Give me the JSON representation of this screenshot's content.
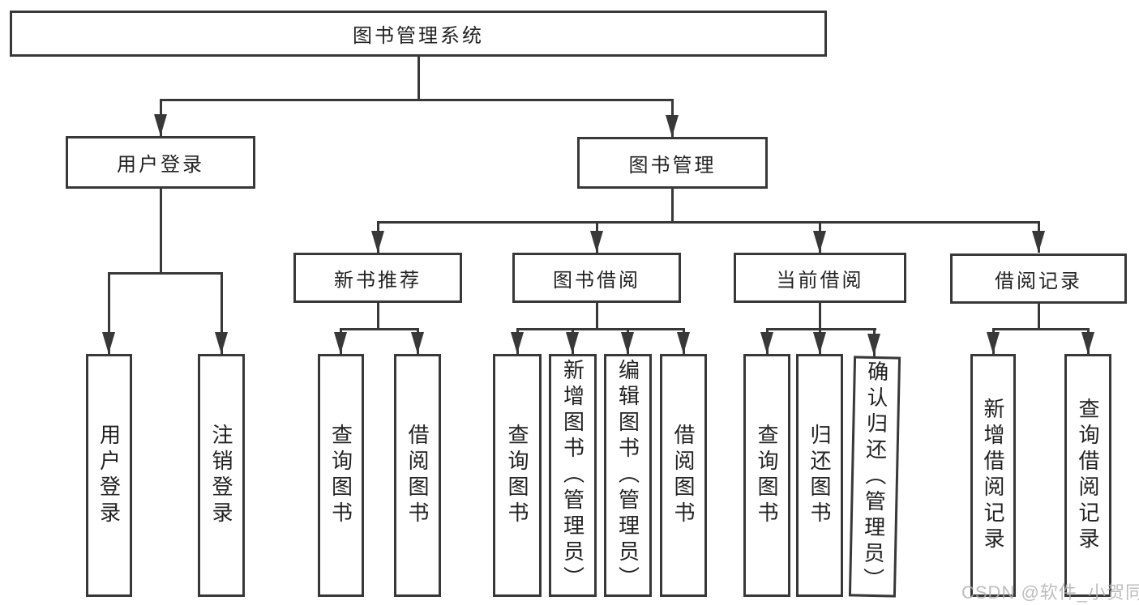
{
  "diagram_title": "图书管理系统",
  "tree": {
    "label": "图书管理系统",
    "children": [
      {
        "label": "用户登录",
        "children": [
          {
            "label": "用户登录"
          },
          {
            "label": "注销登录"
          }
        ]
      },
      {
        "label": "图书管理",
        "children": [
          {
            "label": "新书推荐",
            "children": [
              {
                "label": "查询图书"
              },
              {
                "label": "借阅图书"
              }
            ]
          },
          {
            "label": "图书借阅",
            "children": [
              {
                "label": "查询图书"
              },
              {
                "label": "新增图书（管理员）"
              },
              {
                "label": "编辑图书（管理员）"
              },
              {
                "label": "借阅图书"
              }
            ]
          },
          {
            "label": "当前借阅",
            "children": [
              {
                "label": "查询图书"
              },
              {
                "label": "归还图书"
              },
              {
                "label": "确认归还（管理员）"
              }
            ]
          },
          {
            "label": "借阅记录",
            "children": [
              {
                "label": "新增借阅记录"
              },
              {
                "label": "查询借阅记录"
              }
            ]
          }
        ]
      }
    ]
  },
  "watermark": {
    "text": "CSDN @软件_小贺同学"
  },
  "colors": {
    "line": "#383838",
    "text": "#222222",
    "background": "#ffffff",
    "watermark": "#b2b2b2"
  }
}
